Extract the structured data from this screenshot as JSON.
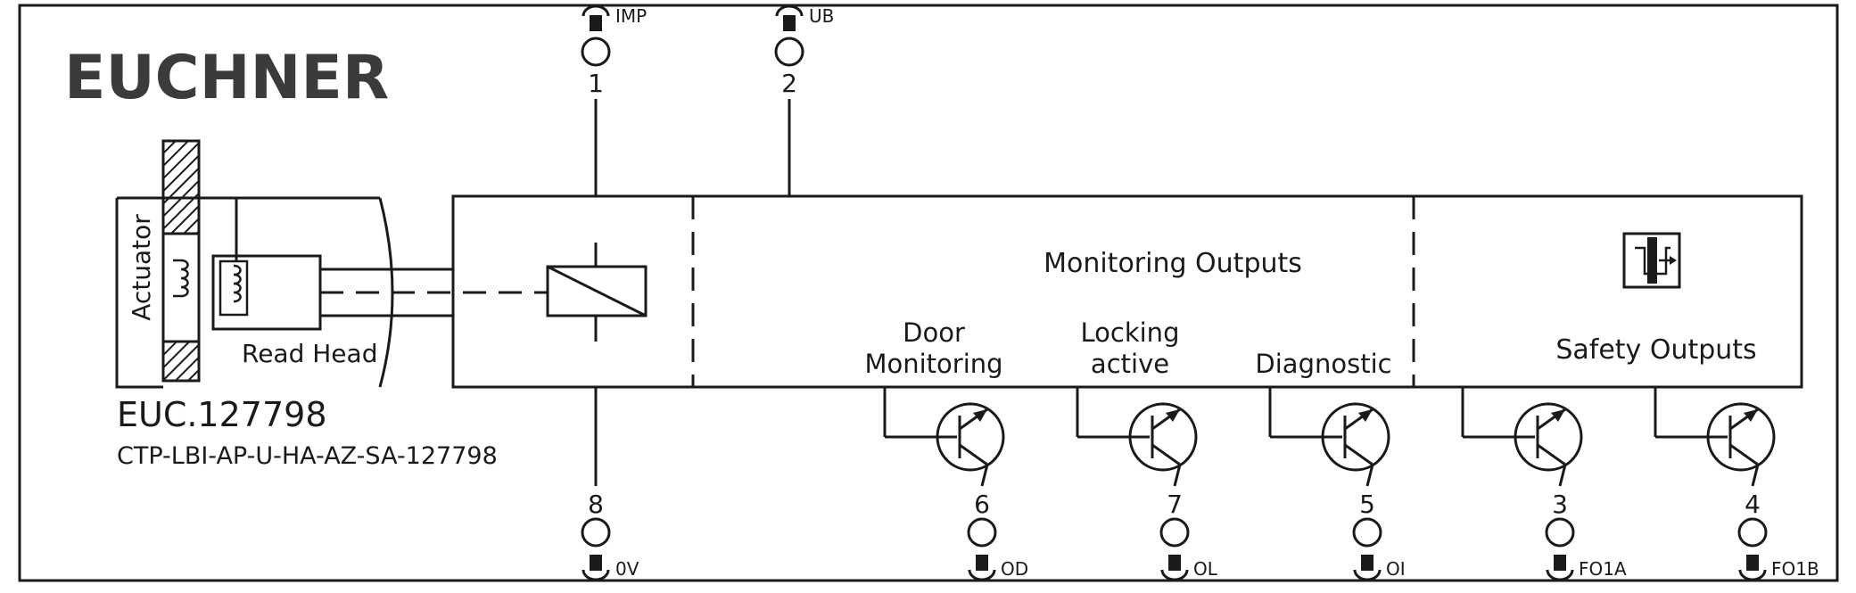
{
  "brand": {
    "logo": "EUCHNER"
  },
  "device": {
    "order_number": "EUC.127798",
    "model": "CTP-LBI-AP-U-HA-AZ-SA-127798",
    "actuator_label": "Actuator",
    "read_head_label": "Read Head"
  },
  "sections": {
    "monitoring_outputs": "Monitoring Outputs",
    "safety_outputs": "Safety Outputs"
  },
  "output_groups": {
    "door_monitoring": [
      "Door",
      "Monitoring"
    ],
    "locking_active": [
      "Locking",
      "active"
    ],
    "diagnostic": "Diagnostic"
  },
  "terminals": {
    "t1": {
      "number": "1",
      "signal": "IMP"
    },
    "t2": {
      "number": "2",
      "signal": "UB"
    },
    "t8": {
      "number": "8",
      "signal": "0V"
    },
    "t6": {
      "number": "6",
      "signal": "OD"
    },
    "t7": {
      "number": "7",
      "signal": "OL"
    },
    "t5": {
      "number": "5",
      "signal": "OI"
    },
    "t3": {
      "number": "3",
      "signal": "FO1A"
    },
    "t4": {
      "number": "4",
      "signal": "FO1B"
    }
  },
  "colors": {
    "line": "#1a1a1a",
    "logo": "#3b3b3b",
    "background": "#ffffff"
  }
}
